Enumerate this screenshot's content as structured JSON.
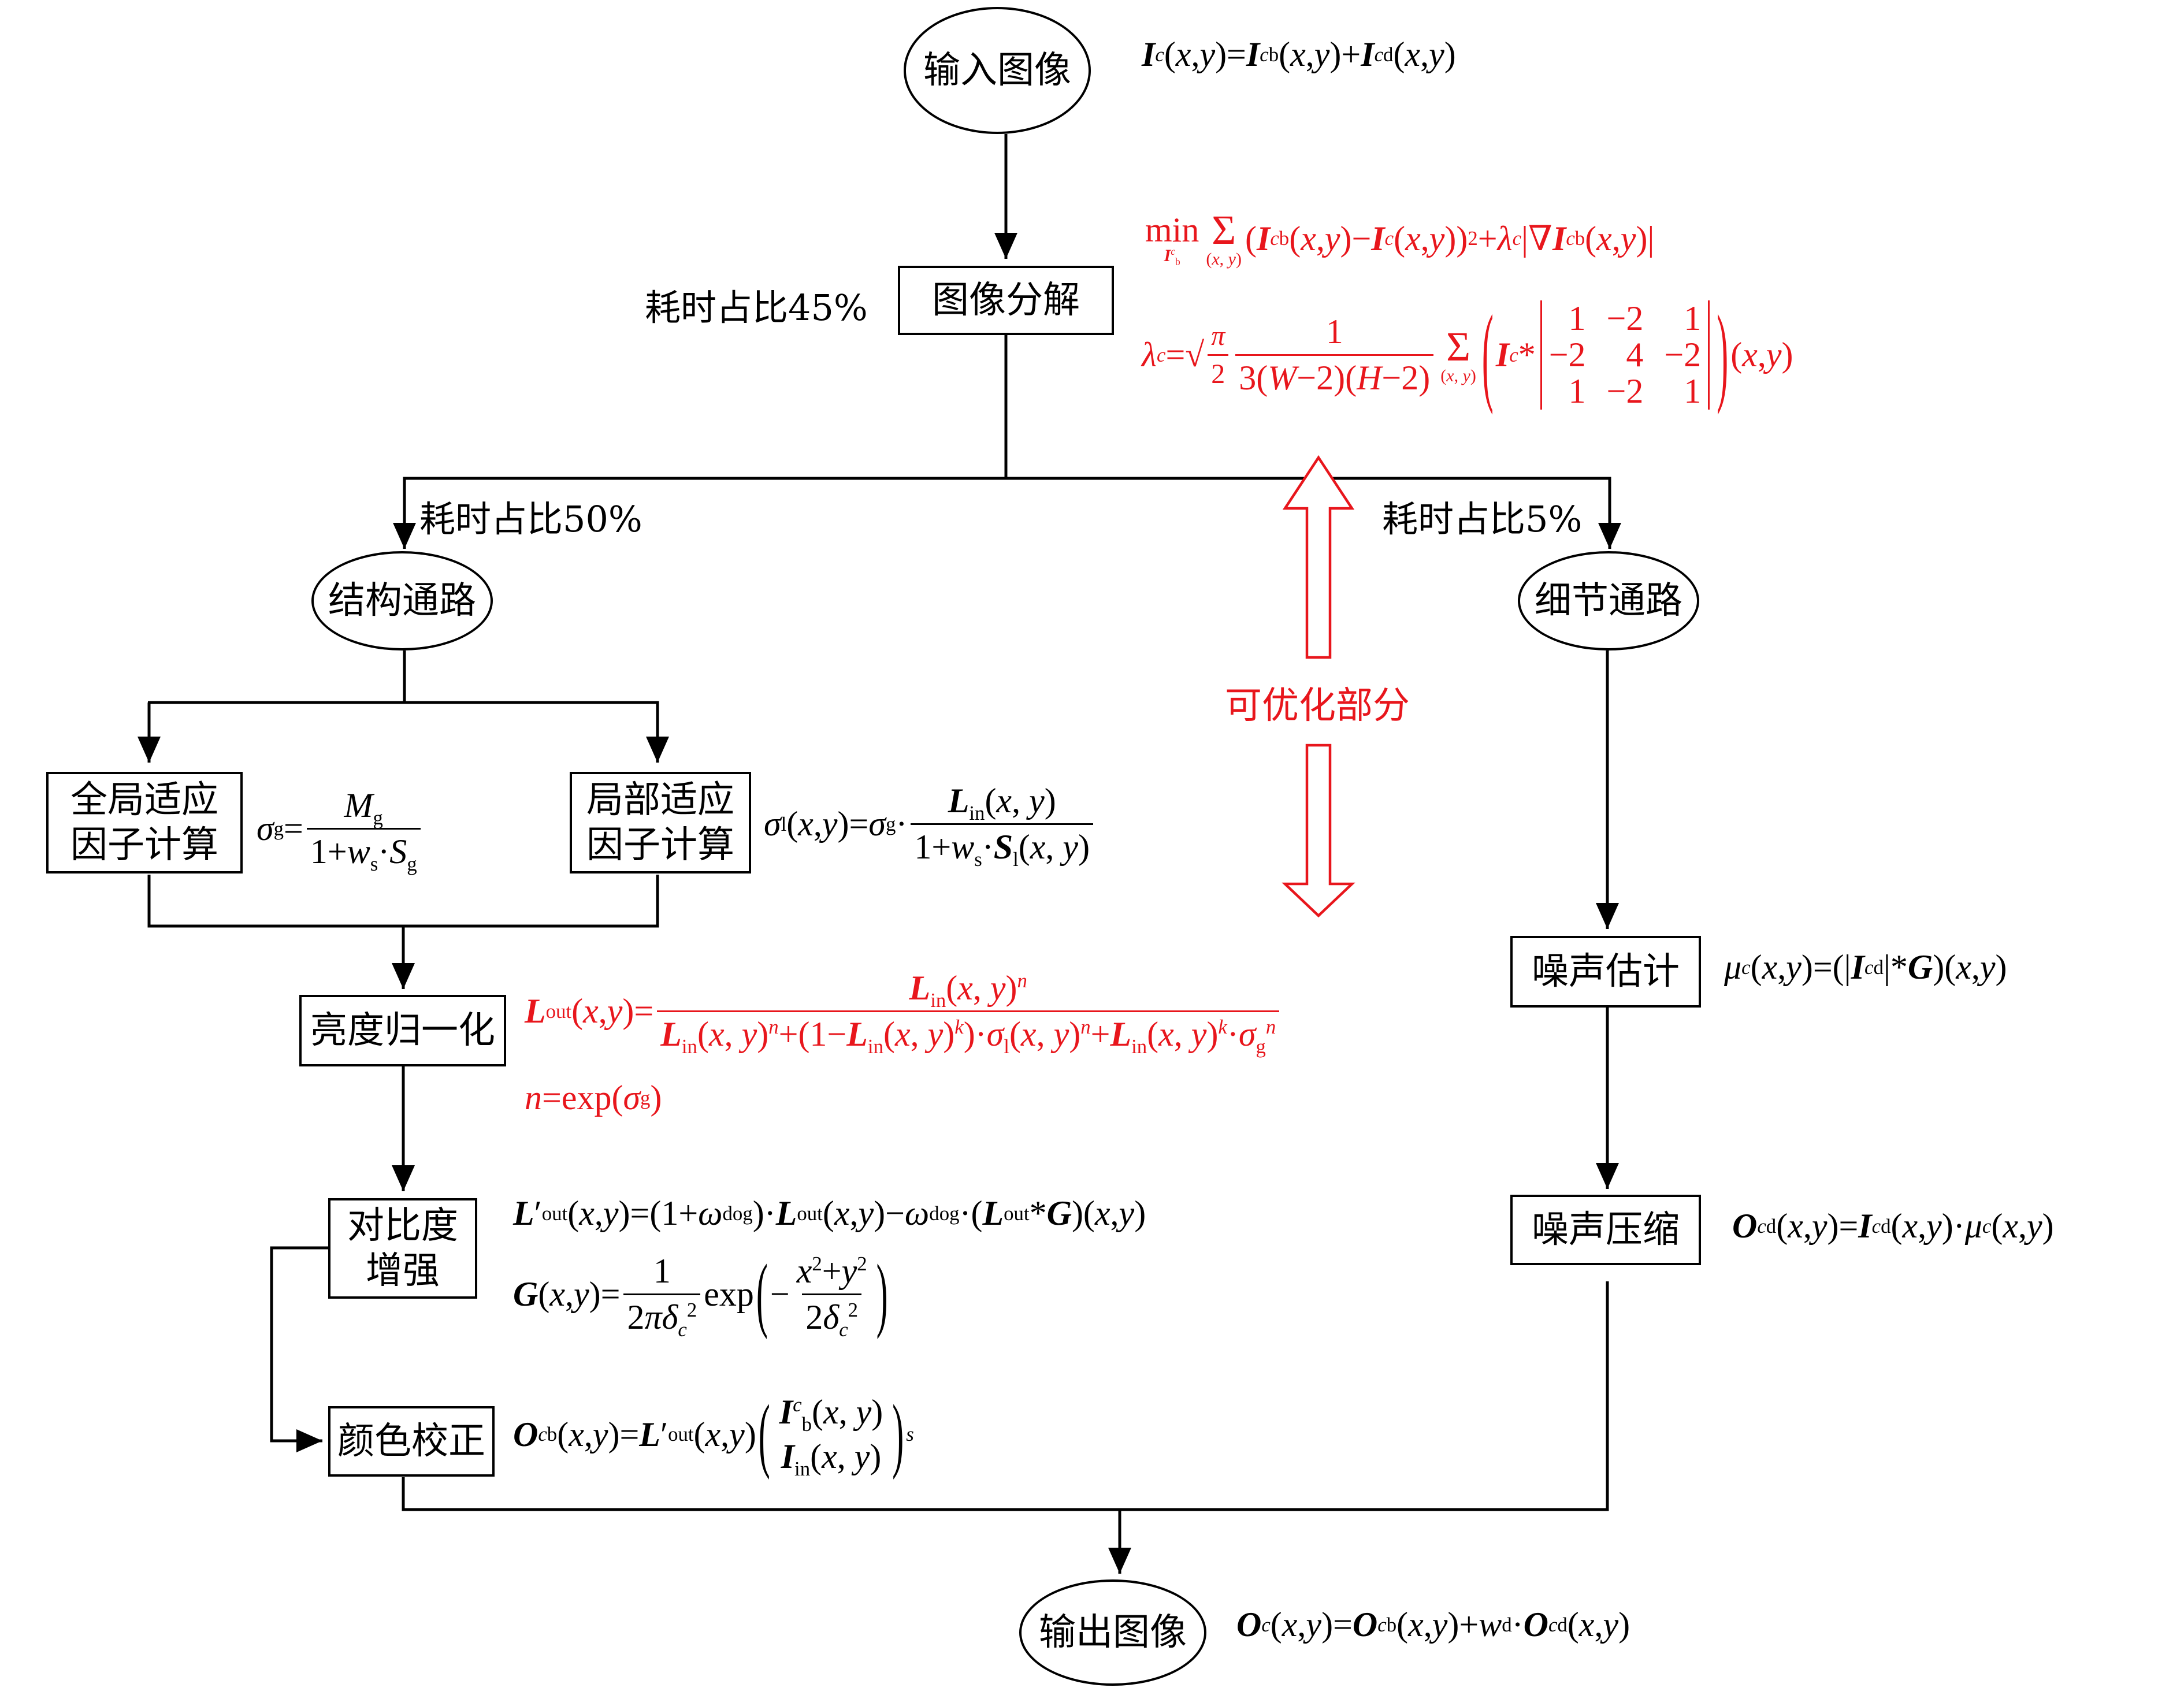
{
  "colors": {
    "black": "#000000",
    "red": "#e8161c"
  },
  "nodes": {
    "input": "输入图像",
    "decompose": "图像分解",
    "structure": "结构通路",
    "detail": "细节通路",
    "global_factor_1": "全局适应",
    "global_factor_2": "因子计算",
    "local_factor_1": "局部适应",
    "local_factor_2": "因子计算",
    "luminance": "亮度归一化",
    "contrast_1": "对比度",
    "contrast_2": "增强",
    "color": "颜色校正",
    "noise_est": "噪声估计",
    "noise_comp": "噪声压缩",
    "output": "输出图像"
  },
  "labels": {
    "time_decompose": "耗时占比45%",
    "time_structure": "耗时占比50%",
    "time_detail": "耗时占比5%",
    "optimizable": "可优化部分"
  }
}
